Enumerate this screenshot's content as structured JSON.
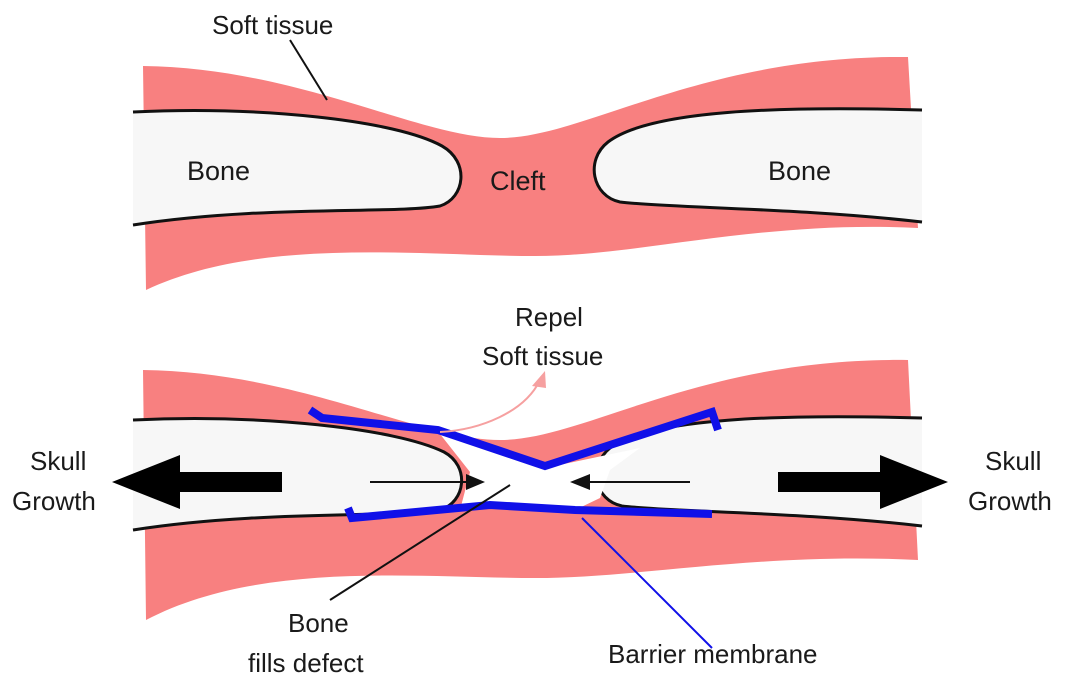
{
  "top_panel": {
    "soft_tissue_label": "Soft tissue",
    "bone_left_label": "Bone",
    "cleft_label": "Cleft",
    "bone_right_label": "Bone"
  },
  "bottom_panel": {
    "repel_line1": "Repel",
    "repel_line2": "Soft tissue",
    "skull_growth_left_line1": "Skull",
    "skull_growth_left_line2": "Growth",
    "skull_growth_right_line1": "Skull",
    "skull_growth_right_line2": "Growth",
    "bone_fills_line1": "Bone",
    "bone_fills_line2": "fills defect",
    "barrier_membrane_label": "Barrier membrane"
  },
  "colors": {
    "soft_tissue": "#f88080",
    "bone": "#f7f7f7",
    "outline": "#111111",
    "membrane": "#1010e8",
    "repel_arrow": "#f6a0a0",
    "growth_arrow": "#000000"
  }
}
